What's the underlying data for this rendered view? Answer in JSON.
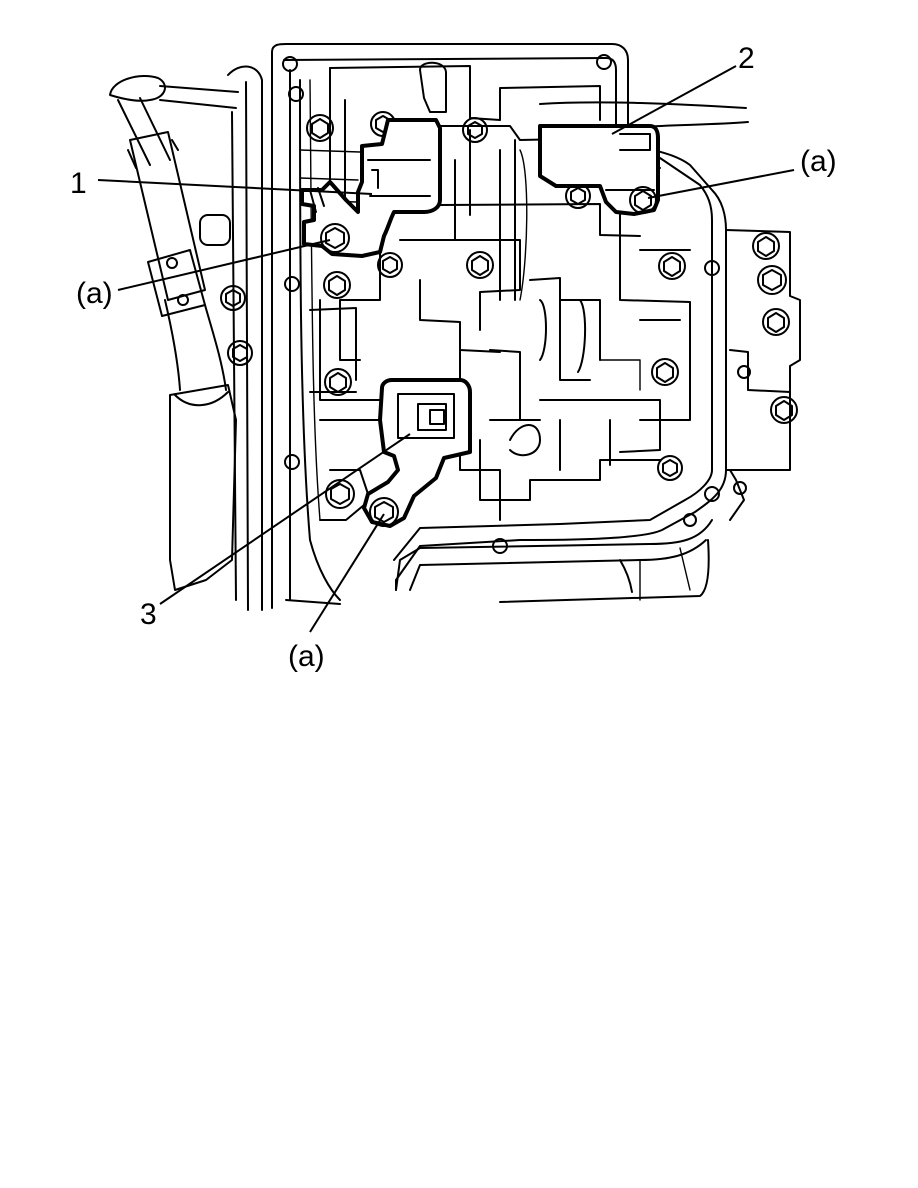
{
  "callouts": {
    "part_1": "1",
    "part_2": "2",
    "part_3": "3",
    "bolt_a_left": "(a)",
    "bolt_a_right": "(a)",
    "bolt_a_bottom": "(a)"
  },
  "colors": {
    "line": "#000000",
    "background": "#ffffff"
  }
}
